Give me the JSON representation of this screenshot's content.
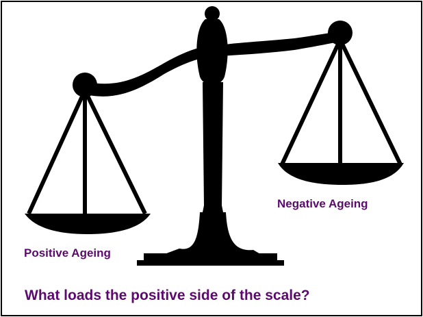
{
  "labels": {
    "positive": "Positive Ageing",
    "negative": "Negative Ageing",
    "question": "What loads the positive side of the scale?"
  },
  "colors": {
    "label_text": "#5b0a6e",
    "scale": "#000000",
    "frame": "#000000",
    "background": "#ffffff"
  },
  "icons": {
    "scale": "balance-scale-icon"
  }
}
